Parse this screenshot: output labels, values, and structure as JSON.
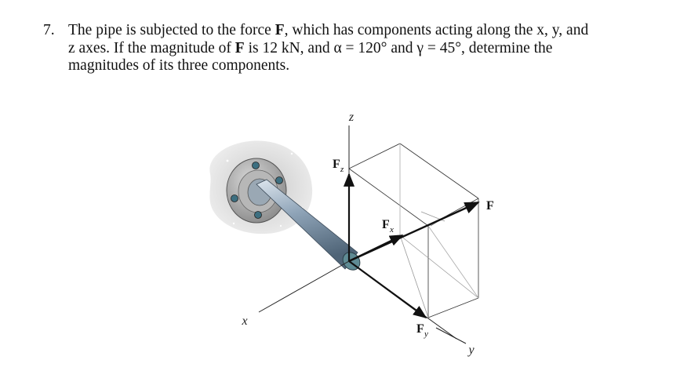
{
  "problem": {
    "number": "7.",
    "line1_a": "The pipe is subjected to the force ",
    "line1_b": "F",
    "line1_c": ", which has components acting along the x, y, and",
    "line2_a": "z axes. If the magnitude of ",
    "line2_b": "F",
    "line2_c": " is 12 kN, and α = 120° and γ = 45°, determine the",
    "line3": "magnitudes of its three components."
  },
  "figure": {
    "axis_z": "z",
    "axis_x": "x",
    "axis_y": "y",
    "label_F": "F",
    "label_Fz_main": "F",
    "label_Fz_sub": "z",
    "label_Fx_main": "F",
    "label_Fx_sub": "x",
    "label_Fy_main": "F",
    "label_Fy_sub": "y"
  }
}
